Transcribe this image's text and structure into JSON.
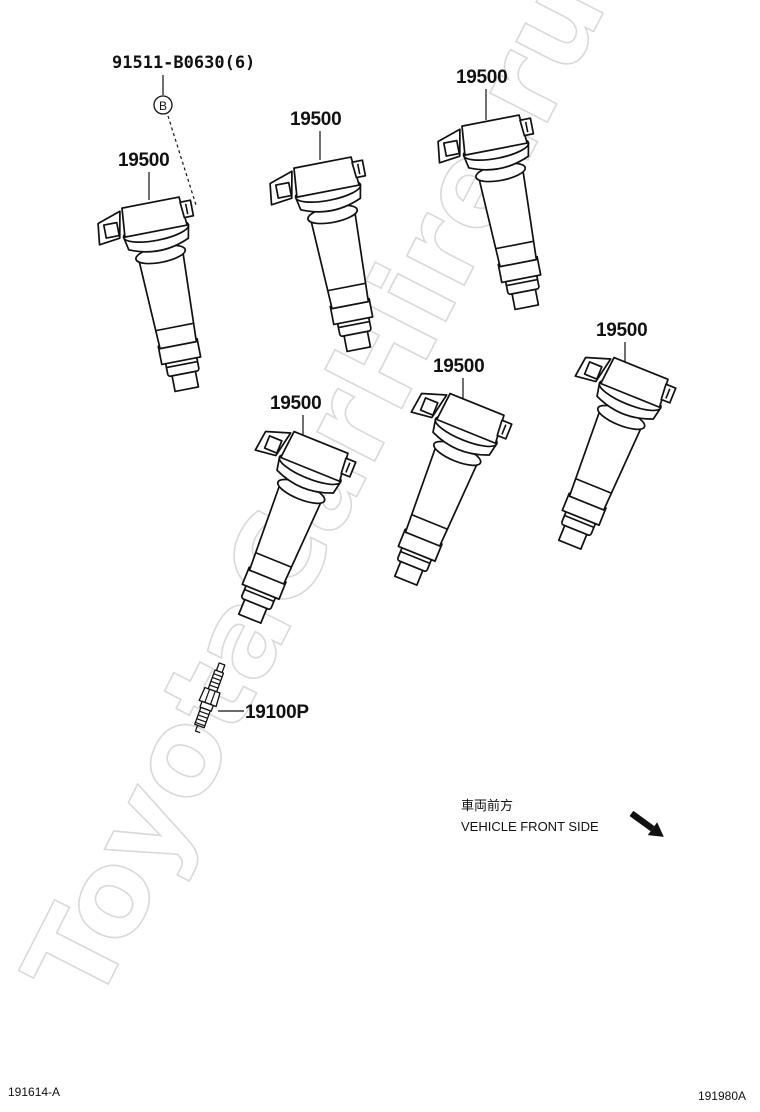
{
  "watermark": "ToyotaCarHire.ru",
  "callouts": {
    "bolt": "91511-B0630(6)",
    "bolt_ref": "B",
    "coil_1": "19500",
    "coil_2": "19500",
    "coil_3": "19500",
    "coil_4": "19500",
    "coil_5": "19500",
    "coil_6": "19500",
    "spark_plug": "19100P"
  },
  "direction": {
    "japanese": "車両前方",
    "english": "VEHICLE FRONT SIDE",
    "icon": "arrow-down-right-icon"
  },
  "codes": {
    "left": "191614-A",
    "right": "191980A"
  }
}
